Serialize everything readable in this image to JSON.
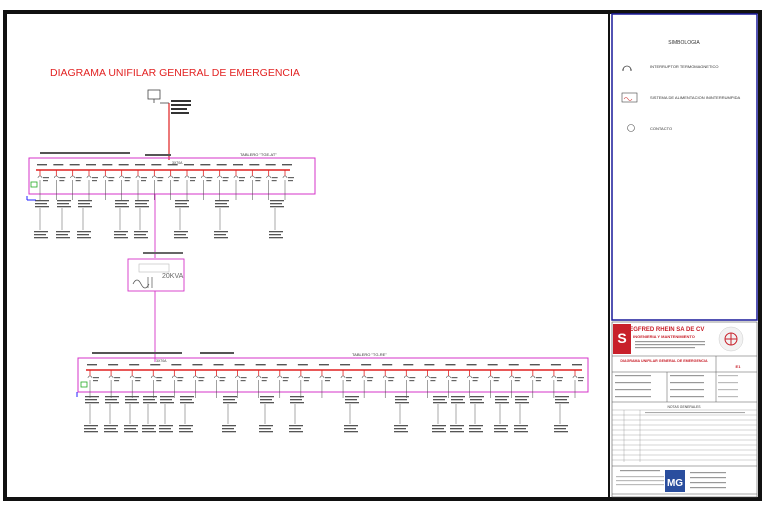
{
  "diagram": {
    "title": "DIAGRAMA UNIFILAR  GENERAL DE EMERGENCIA",
    "ups_label": "20KVA",
    "upper_board": {
      "name": "TABLERO \"TGE-AT\"",
      "breaker": "3X70A",
      "circuits": 16
    },
    "lower_board": {
      "name": "TABLERO \"TG-RE\"",
      "breaker": "3X70A",
      "circuits": 24
    }
  },
  "legend": {
    "title": "SIMBOLOGIA",
    "items": [
      {
        "icon": "breaker-symbol-icon",
        "label": "INTERRUPTOR TERMOMAGNETICO"
      },
      {
        "icon": "ups-symbol-icon",
        "label": "SISTEMA DE ALIMENTACION ININTERRUMPIDA"
      },
      {
        "icon": "contact-symbol-icon",
        "label": "CONTACTO"
      }
    ]
  },
  "title_block": {
    "company": "SIEGFRED RHEIN SA DE CV",
    "subtitle": "INGENIERIA Y MANTENIMIENTO",
    "logo_letter": "S",
    "drawing_title": "DIAGRAMA UNIFILAR GENERAL DE EMERGENCIA",
    "sheet_code": "E1",
    "notes_header": "NOTAS GENERALES",
    "bottom_logo": "MG"
  },
  "colors": {
    "border": "#111111",
    "legend_border": "#1a1a9a",
    "board": "#d633c8",
    "feed_line": "#e02020",
    "title_text": "#e22222",
    "company_bg": "#c8202a"
  }
}
